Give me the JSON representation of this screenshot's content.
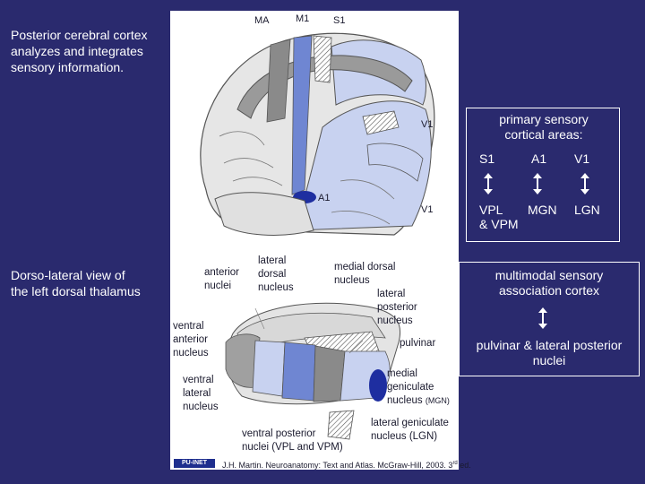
{
  "intro": {
    "line1": "Posterior cerebral cortex",
    "line2": "analyzes and integrates",
    "line3": "sensory information."
  },
  "view": {
    "line1": "Dorso-lateral view of",
    "line2": "the left dorsal thalamus"
  },
  "cortex_labels": {
    "ma": "MA",
    "m1": "M1",
    "s1": "S1",
    "v1_upper": "V1",
    "v1_lower": "V1",
    "a1": "A1"
  },
  "thalamus_labels": {
    "anterior_nuclei": [
      "anterior",
      "nuclei"
    ],
    "lateral_dorsal": [
      "lateral",
      "dorsal",
      "nucleus"
    ],
    "medial_dorsal": [
      "medial dorsal",
      "nucleus"
    ],
    "lateral_posterior": [
      "lateral",
      "posterior",
      "nucleus"
    ],
    "ventral_anterior": [
      "ventral",
      "anterior",
      "nucleus"
    ],
    "pulvinar": "pulvinar",
    "ventral_lateral": [
      "ventral",
      "lateral",
      "nucleus"
    ],
    "medial_geniculate": [
      "medial",
      "geniculate",
      "nucleus",
      "(MGN)"
    ],
    "ventral_posterior": [
      "ventral posterior",
      "nuclei (VPL and VPM)"
    ],
    "lateral_geniculate": [
      "lateral geniculate",
      "nucleus (LGN)"
    ]
  },
  "primary_box": {
    "title_line1": "primary sensory",
    "title_line2": "cortical areas:",
    "areas": [
      "S1",
      "A1",
      "V1"
    ],
    "nuclei": [
      "VPL",
      "MGN",
      "LGN"
    ],
    "nuclei_extra": "& VPM"
  },
  "assoc_box": {
    "title_line1": "multimodal sensory",
    "title_line2": "association cortex",
    "target_line1": "pulvinar & lateral posterior",
    "target_line2": "nuclei"
  },
  "citation": {
    "logo": "PU-INET",
    "text": "J.H. Martin. Neuroanatomy: Text and Atlas. McGraw-Hill, 2003. 3",
    "sup": "rd",
    "suffix": " ed."
  },
  "colors": {
    "background": "#2a2a6e",
    "light_blue": "#c8d2f0",
    "mid_blue": "#6f86d2",
    "dark_blue": "#1e2ea0",
    "gray": "#9a9a9a",
    "dark_gray": "#6a6a6a"
  }
}
